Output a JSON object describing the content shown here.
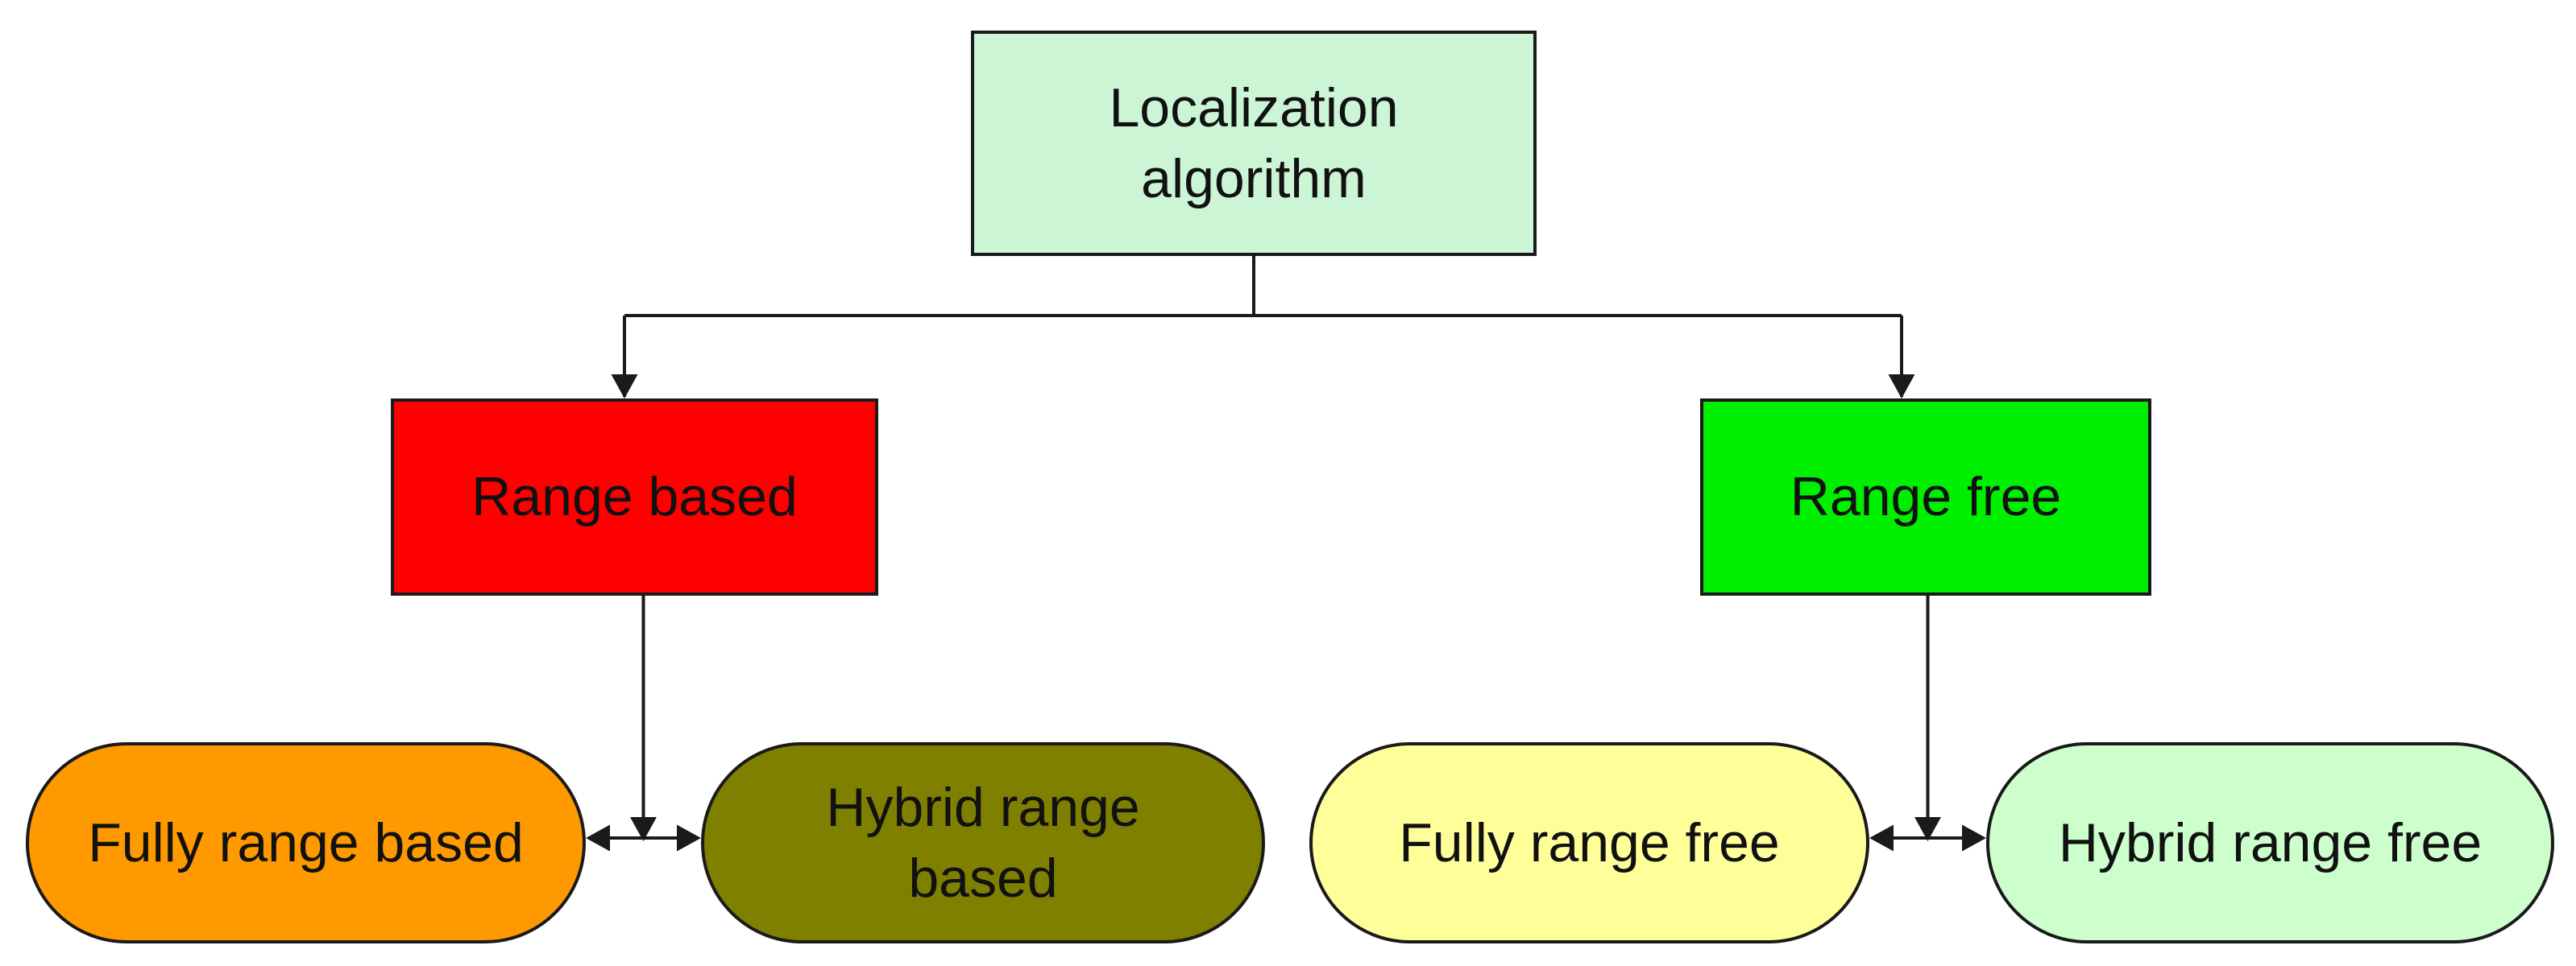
{
  "diagram": {
    "nodes": [
      {
        "id": "root",
        "label": "Localization\nalgorithm",
        "fill": "#CCF5D6",
        "shape": "rect"
      },
      {
        "id": "rb",
        "label": "Range based",
        "fill": "#FF0000",
        "shape": "rect"
      },
      {
        "id": "rf",
        "label": "Range free",
        "fill": "#00EE00",
        "shape": "rect"
      },
      {
        "id": "frb",
        "label": "Fully range based",
        "fill": "#FF9900",
        "shape": "pill"
      },
      {
        "id": "hrb",
        "label": "Hybrid range\nbased",
        "fill": "#808000",
        "shape": "pill"
      },
      {
        "id": "frf",
        "label": "Fully range free",
        "fill": "#FFFF99",
        "shape": "pill"
      },
      {
        "id": "hrf",
        "label": "Hybrid range free",
        "fill": "#CCFFCC",
        "shape": "pill"
      }
    ],
    "edges": [
      {
        "from": "root",
        "to": "rb",
        "kind": "tree-branch"
      },
      {
        "from": "root",
        "to": "rf",
        "kind": "tree-branch"
      },
      {
        "from": "rb",
        "to": "frb",
        "kind": "down-to-pair"
      },
      {
        "from": "rb",
        "to": "hrb",
        "kind": "down-to-pair"
      },
      {
        "from": "rf",
        "to": "frf",
        "kind": "down-to-pair"
      },
      {
        "from": "rf",
        "to": "hrf",
        "kind": "down-to-pair"
      },
      {
        "from": "frb",
        "to": "hrb",
        "kind": "bidirectional"
      },
      {
        "from": "frf",
        "to": "hrf",
        "kind": "bidirectional"
      }
    ],
    "line_color": "#1a1a1a"
  }
}
